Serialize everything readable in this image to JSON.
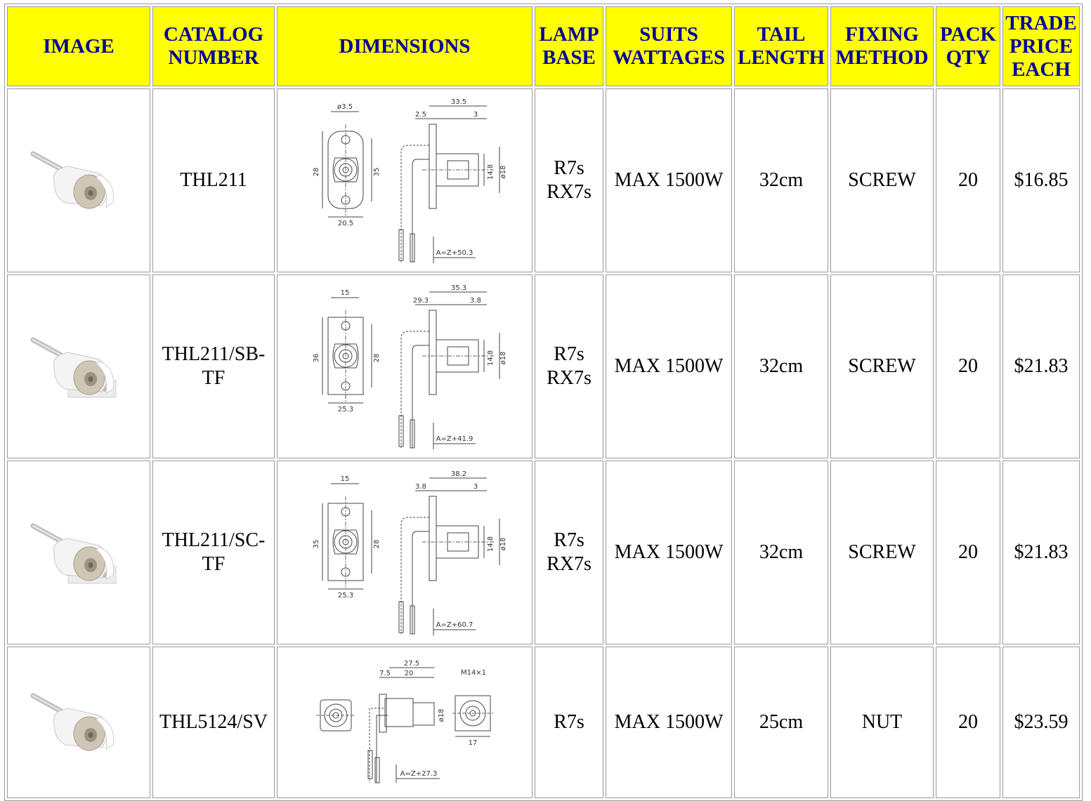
{
  "headers": {
    "image": "IMAGE",
    "catalog": "CATALOG NUMBER",
    "dimensions": "DIMENSIONS",
    "lamp_base": "LAMP BASE",
    "wattages": "SUITS WATTAGES",
    "tail": "TAIL LENGTH",
    "fixing": "FIXING METHOD",
    "pack": "PACK QTY",
    "price": "TRADE PRICE EACH"
  },
  "rows": [
    {
      "catalog": "THL211",
      "lamp_base": "R7s\nRX7s",
      "wattages": "MAX 1500W",
      "tail": "32cm",
      "fixing": "SCREW",
      "pack": "20",
      "price": "$16.85",
      "dims": {
        "a": "ø3.5",
        "b": "2.5",
        "c": "33.5",
        "d": "3",
        "e": "28",
        "f": "35",
        "g": "14.8",
        "h": "ø18",
        "i": "20.5",
        "j": "A=Z+50.3"
      }
    },
    {
      "catalog": "THL211/SB-\nTF",
      "lamp_base": "R7s\nRX7s",
      "wattages": "MAX 1500W",
      "tail": "32cm",
      "fixing": "SCREW",
      "pack": "20",
      "price": "$21.83",
      "dims": {
        "a": "25.3",
        "b": "15",
        "c": "35.3",
        "d": "29.3",
        "e": "36",
        "f": "28",
        "g": "14.8",
        "h": "ø18",
        "i": "3.8",
        "j": "A=Z+41.9"
      }
    },
    {
      "catalog": "THL211/SC-\nTF",
      "lamp_base": "R7s\nRX7s",
      "wattages": "MAX 1500W",
      "tail": "32cm",
      "fixing": "SCREW",
      "pack": "20",
      "price": "$21.83",
      "dims": {
        "a": "25.3",
        "b": "15",
        "c": "38.2",
        "d": "3.8",
        "e": "35",
        "f": "28",
        "g": "14.8",
        "h": "ø18",
        "i": "3",
        "j": "A=Z+60.7"
      }
    },
    {
      "catalog": "THL5124/SV",
      "lamp_base": "R7s",
      "wattages": "MAX 1500W",
      "tail": "25cm",
      "fixing": "NUT",
      "pack": "20",
      "price": "$23.59",
      "dims": {
        "a": "27.5",
        "b": "7.5",
        "c": "20",
        "d": "M14×1",
        "e": "ø18",
        "f": "17",
        "g": "",
        "h": "",
        "i": "",
        "j": "A=Z+27.3"
      }
    }
  ]
}
